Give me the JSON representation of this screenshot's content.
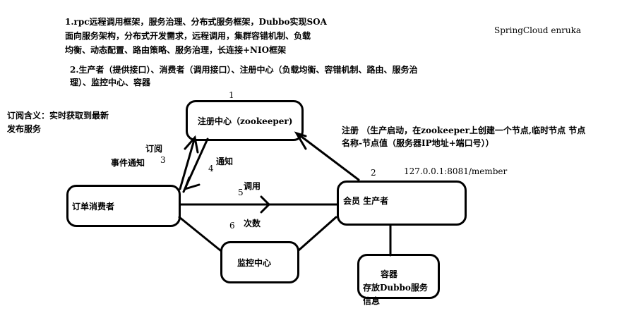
{
  "notes": {
    "line1": "1.rpc远程调用框架，服务治理、分布式服务框架，Dubbo实现SOA",
    "line2": "面向服务架构，分布式开发需求，远程调用，集群容错机制、负载",
    "line3": "均衡、动态配置、路由策略、服务治理，长连接+NIO框架",
    "line4": "2.生产者（提供接口）、消费者（调用接口）、注册中心（负载均衡、容错机制、路由、服务治",
    "line5": "理）、监控中心、容器",
    "springcloud": "SpringCloud enruka",
    "sub1": "订阅含义：实时获取到最新",
    "sub2": "发布服务",
    "register1": "注册 （生产启动，在zookeeper上创建一个节点,临时节点 节点",
    "register2": "名称-节点值（服务器IP地址+端口号））",
    "address": "127.0.0.1:8081/member"
  },
  "nodes": {
    "registry": "注册中心（zookeeper)",
    "consumer": "订单消费者",
    "producer": "会员 生产者",
    "monitor": "监控中心",
    "container_line1": "容器",
    "container_line2": "存放Dubbo服务",
    "container_line3": "信息"
  },
  "edges": {
    "n1": "1",
    "n2": "2",
    "n3": "3",
    "n4": "4",
    "n5": "5",
    "n6": "6",
    "subscribe": "订阅",
    "event_notify": "事件通知",
    "notify": "通知",
    "invoke": "调用",
    "count": "次数"
  }
}
